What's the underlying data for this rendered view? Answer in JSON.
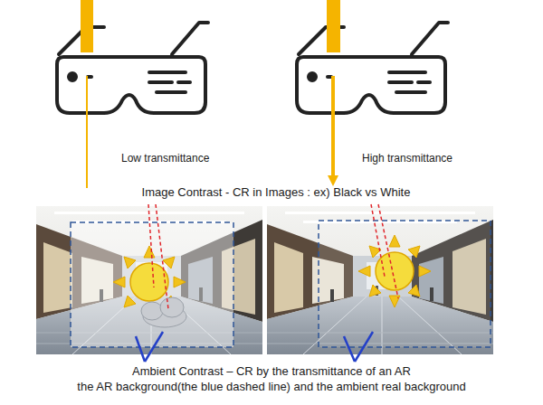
{
  "diagram": {
    "labels": [
      "Low transmittance",
      "High transmittance",
      "Image Contrast - CR in Images : ex) Black vs White",
      "Ambient Contrast – CR by the transmittance of an AR",
      "the AR background(the blue dashed line) and the ambient real background"
    ]
  }
}
